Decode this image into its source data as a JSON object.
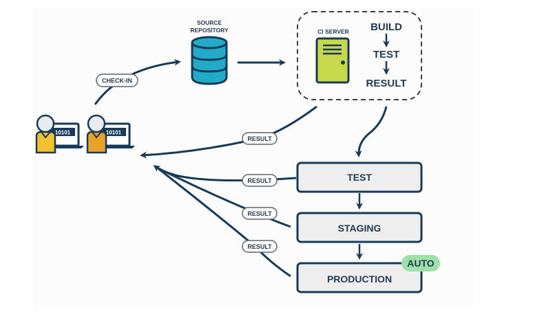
{
  "diagram": {
    "title": "Continuous Integration / Delivery Pipeline",
    "developers": [
      {
        "name": "developer-1",
        "screen_text": "10101",
        "shirt_color": "#f2c12e"
      },
      {
        "name": "developer-2",
        "screen_text": "10101",
        "shirt_color": "#e8a22a"
      }
    ],
    "check_in_label": "CHECK-IN",
    "source_repo_label_line1": "SOURCE",
    "source_repo_label_line2": "REPOSITORY",
    "ci_server_label": "CI SERVER",
    "ci_steps": [
      "BUILD",
      "TEST",
      "RESULT"
    ],
    "result_labels": [
      "RESULT",
      "RESULT",
      "RESULT",
      "RESULT"
    ],
    "stages": [
      "TEST",
      "STAGING",
      "PRODUCTION"
    ],
    "auto_badge": "AUTO",
    "colors": {
      "line": "#163a57",
      "db": "#22aac8",
      "server": "#c7d84a",
      "stage_fill": "#eeeeee",
      "auto_badge": "#9fe0a8",
      "pill_fill": "#ffffff",
      "pill_stroke": "#5a6570"
    }
  }
}
